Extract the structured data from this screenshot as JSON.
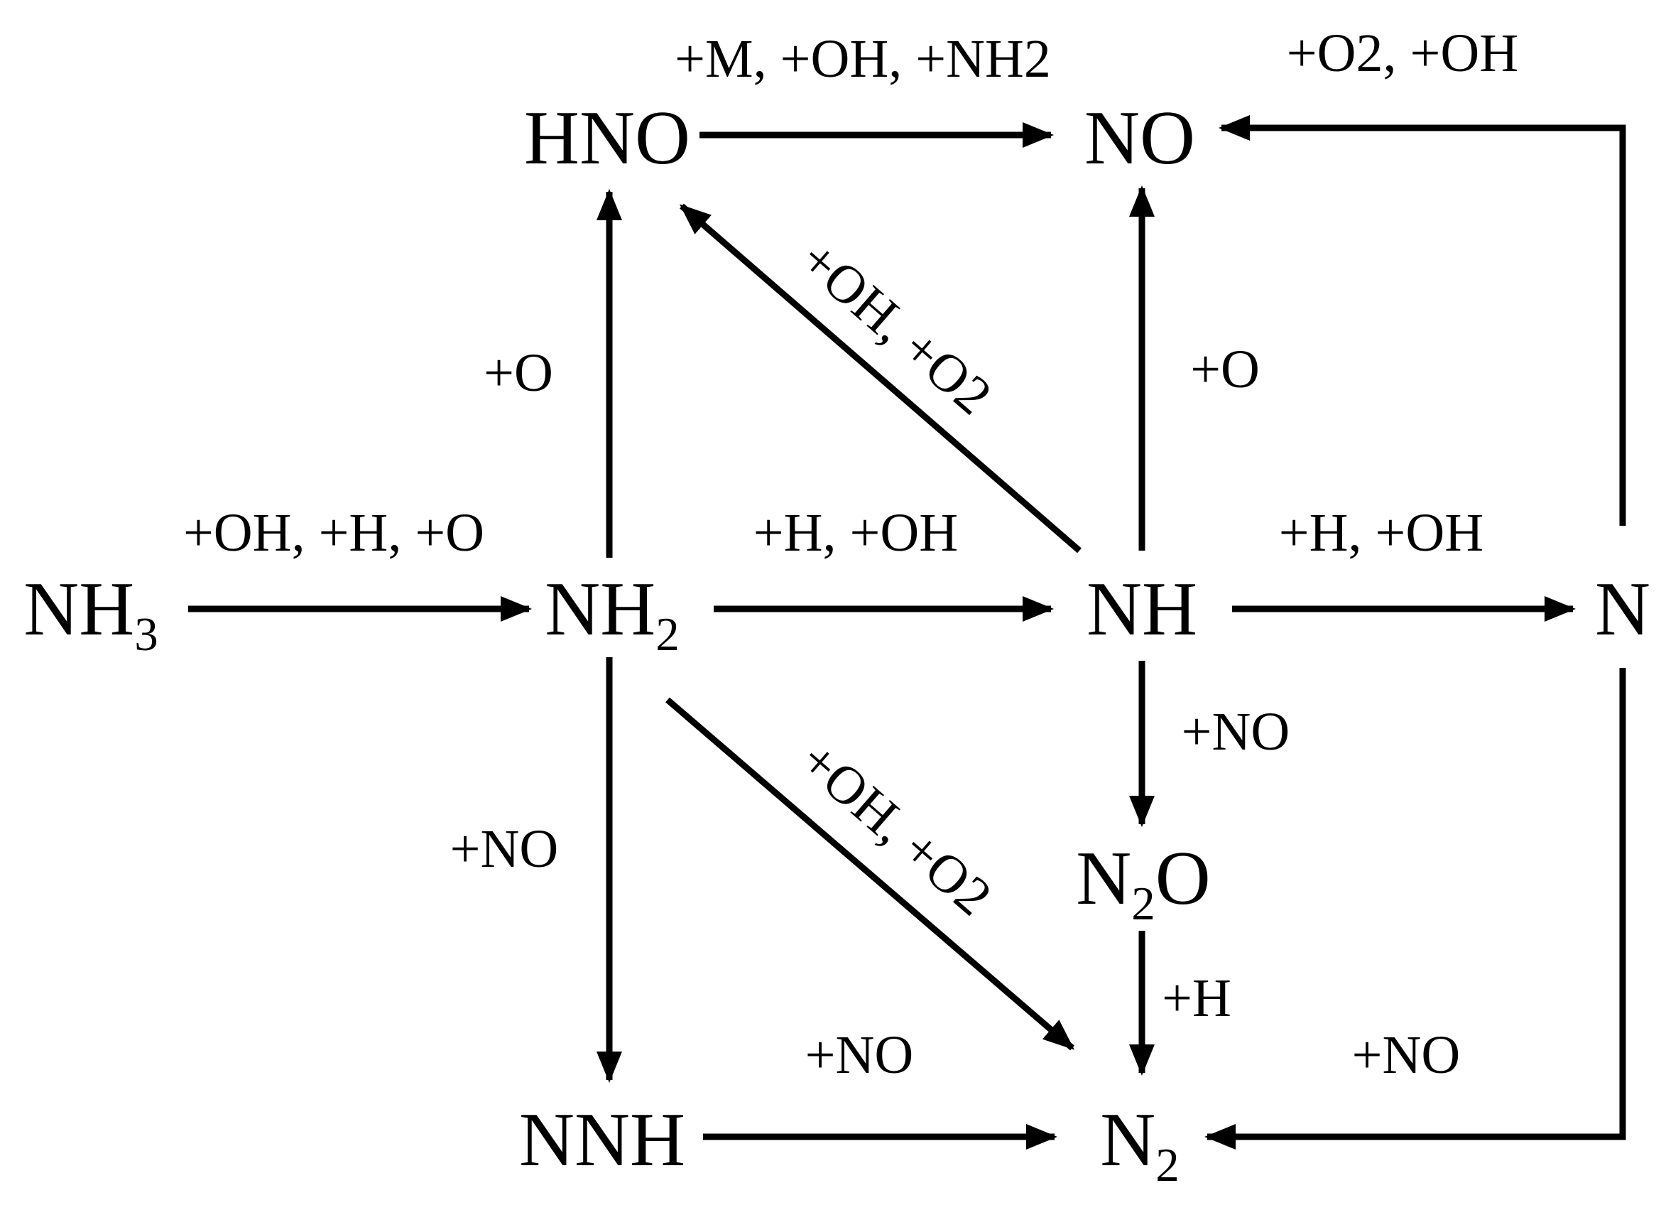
{
  "nodes": {
    "HNO": {
      "main": "HNO",
      "sub": "",
      "tail": ""
    },
    "NO": {
      "main": "NO",
      "sub": "",
      "tail": ""
    },
    "NH3": {
      "main": "NH",
      "sub": "3",
      "tail": ""
    },
    "NH2": {
      "main": "NH",
      "sub": "2",
      "tail": ""
    },
    "NH": {
      "main": "NH",
      "sub": "",
      "tail": ""
    },
    "N": {
      "main": "N",
      "sub": "",
      "tail": ""
    },
    "N2O": {
      "main": "N",
      "sub": "2",
      "tail": "O"
    },
    "NNH": {
      "main": "NNH",
      "sub": "",
      "tail": ""
    },
    "N2": {
      "main": "N",
      "sub": "2",
      "tail": ""
    }
  },
  "edges": {
    "hno_no": {
      "from": "HNO",
      "to": "NO",
      "label": "+M, +OH, +NH2"
    },
    "n_no": {
      "from": "N",
      "to": "NO",
      "label": "+O2, +OH"
    },
    "nh2_hno": {
      "from": "NH2",
      "to": "HNO",
      "label": "+O"
    },
    "nh_hno": {
      "from": "NH",
      "to": "HNO",
      "label": "+OH, +O2"
    },
    "nh_no": {
      "from": "NH",
      "to": "NO",
      "label": "+O"
    },
    "nh3_nh2": {
      "from": "NH3",
      "to": "NH2",
      "label": "+OH, +H, +O"
    },
    "nh2_nh": {
      "from": "NH2",
      "to": "NH",
      "label": "+H, +OH"
    },
    "nh_n": {
      "from": "NH",
      "to": "N",
      "label": "+H, +OH"
    },
    "nh_n2o": {
      "from": "NH",
      "to": "N2O",
      "label": "+NO"
    },
    "nh2_nnh": {
      "from": "NH2",
      "to": "NNH",
      "label": "+NO"
    },
    "nh2_n2": {
      "from": "NH2",
      "to": "N2",
      "label": "+OH, +O2"
    },
    "n2o_n2": {
      "from": "N2O",
      "to": "N2",
      "label": "+H"
    },
    "nnh_n2": {
      "from": "NNH",
      "to": "N2",
      "label": "+NO"
    },
    "n_n2": {
      "from": "N",
      "to": "N2",
      "label": "+NO"
    }
  }
}
